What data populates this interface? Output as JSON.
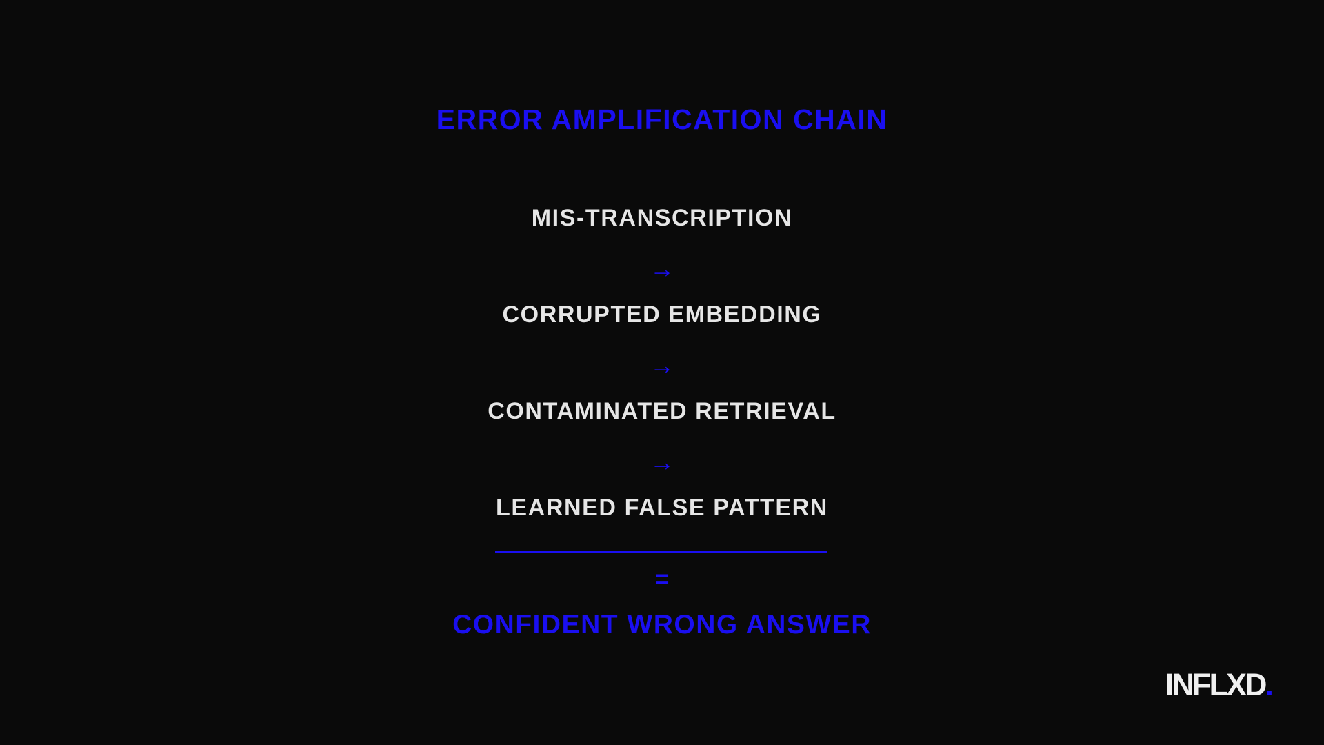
{
  "title": "ERROR AMPLIFICATION CHAIN",
  "chain": {
    "steps": [
      "MIS-TRANSCRIPTION",
      "CORRUPTED EMBEDDING",
      "CONTAMINATED RETRIEVAL",
      "LEARNED FALSE PATTERN"
    ],
    "arrow": "→",
    "equals": "=",
    "result": "CONFIDENT WRONG ANSWER"
  },
  "logo": {
    "text": "INFLXD",
    "dot": "."
  },
  "colors": {
    "background": "#0a0a0a",
    "accent": "#1a0ff0",
    "text": "#e6e6e6"
  }
}
